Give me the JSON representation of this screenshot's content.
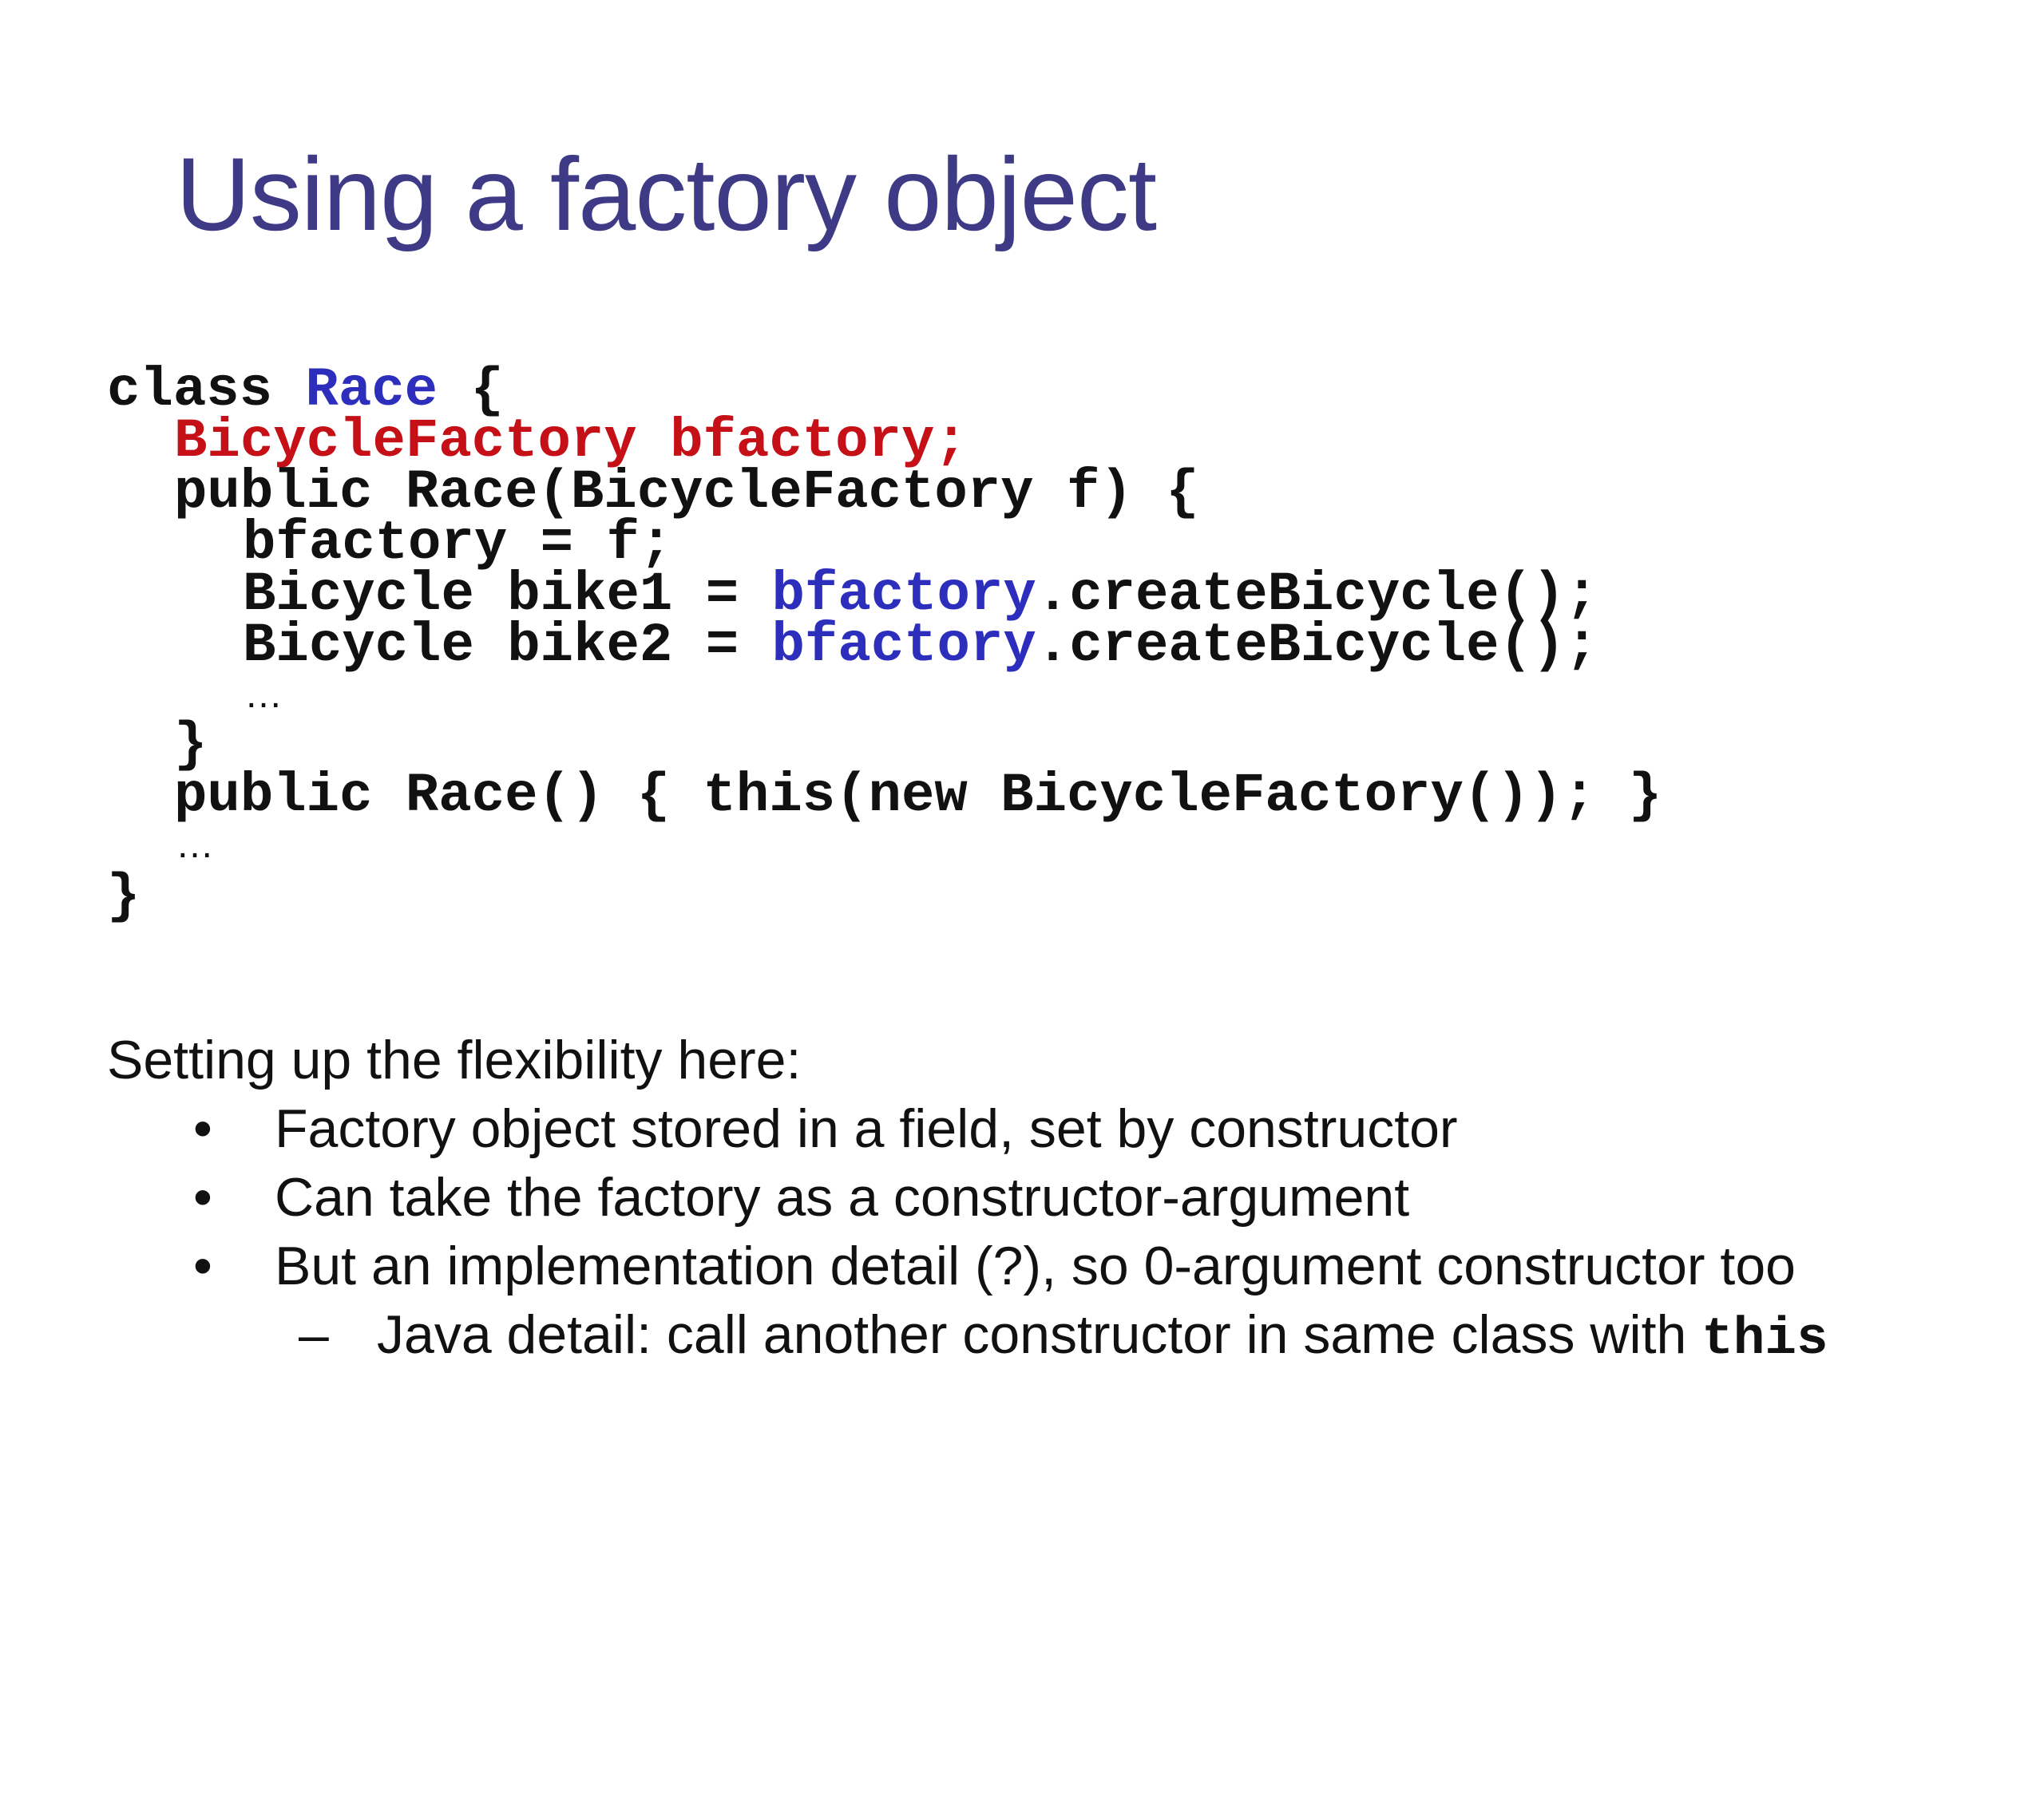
{
  "slide": {
    "title": "Using a factory object",
    "code": {
      "l1_a": "class ",
      "l1_b": "Race",
      "l1_c": " {",
      "l2": "BicycleFactory bfactory;",
      "l3": "public Race(BicycleFactory f) {",
      "l4": "bfactory = f;",
      "l5_a": "Bicycle bike1 = ",
      "l5_b": "bfactory",
      "l5_c": ".createBicycle();",
      "l6_a": "Bicycle bike2 = ",
      "l6_b": "bfactory",
      "l6_c": ".createBicycle();",
      "l7": "…",
      "l8": "}",
      "l9": "public Race() { this(new BicycleFactory()); }",
      "l10": "…",
      "l11": "}"
    },
    "prose": {
      "intro": "Setting up the flexibility here:",
      "bullets": [
        {
          "mark": "•",
          "text": "Factory object stored in a field, set by constructor"
        },
        {
          "mark": "•",
          "text": "Can take the factory as a constructor-argument"
        },
        {
          "mark": "•",
          "text": "But an implementation detail (?), so 0-argument constructor too"
        }
      ],
      "sub": {
        "mark": "–",
        "text": "Java detail: call another constructor in same class with ",
        "code": "this"
      }
    },
    "colors": {
      "title": "#3e3a86",
      "code_blue": "#2d2ebc",
      "code_red": "#c41016",
      "text": "#111111"
    }
  }
}
